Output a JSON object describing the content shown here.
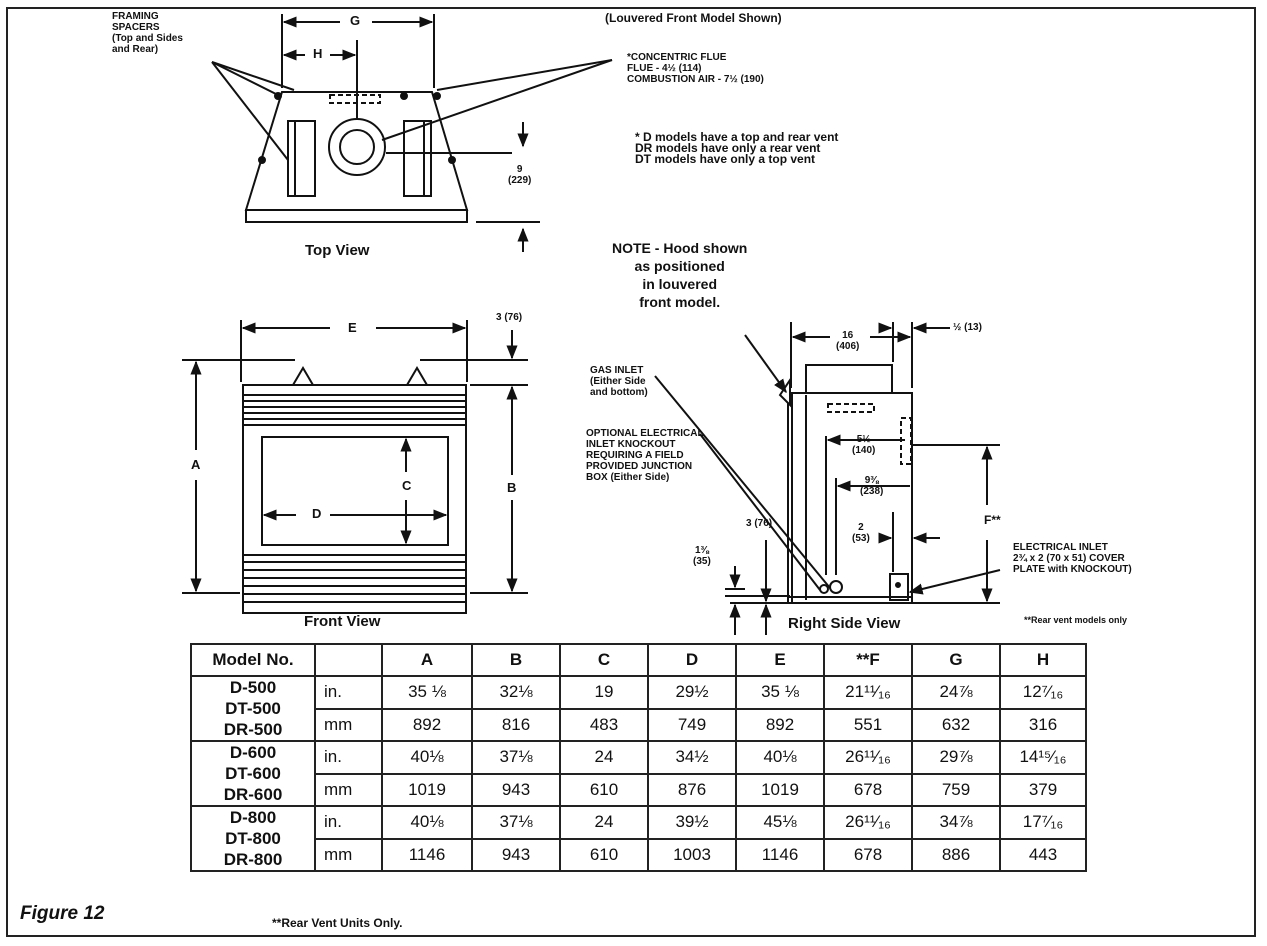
{
  "labels": {
    "framing_spacers": "FRAMING\nSPACERS\n(Top and Sides\nand Rear)",
    "louvered_front": "(Louvered Front Model Shown)",
    "concentric_flue": "*CONCENTRIC FLUE\nFLUE - 4½ (114)\nCOMBUSTION AIR - 7½ (190)",
    "vent_notes": "* D models have a top and rear vent\nDR models have only a rear vent\nDT models have only a top vent",
    "dim_g": "G",
    "dim_h": "H",
    "dim_9": "9\n(229)",
    "top_view": "Top View",
    "hood_note": "NOTE - Hood shown\nas positioned\nin louvered\nfront model.",
    "dim_e": "E",
    "dim_3_76_top": "3 (76)",
    "dim_a": "A",
    "dim_b": "B",
    "dim_c": "C",
    "dim_d": "D",
    "front_view": "Front View",
    "gas_inlet": "GAS INLET\n(Either Side\nand bottom)",
    "optional_electrical": "OPTIONAL ELECTRICAL\nINLET KNOCKOUT\nREQUIRING A FIELD\nPROVIDED JUNCTION\nBOX (Either Side)",
    "dim_16": "16\n(406)",
    "dim_half": "½ (13)",
    "dim_5_5": "5½\n(140)",
    "dim_9_375": "9⅜\n(238)",
    "dim_f": "F**",
    "dim_2": "2\n(53)",
    "dim_3_76_side": "3 (76)",
    "dim_1_375": "1⅜\n(35)",
    "electrical_inlet": "ELECTRICAL INLET\n2¾ x 2 (70 x 51) COVER\nPLATE with KNOCKOUT)",
    "rear_vent_models": "**Rear vent models only",
    "right_side_view": "Right Side View",
    "figure": "Figure 12",
    "footnote": "**Rear Vent Units Only."
  },
  "table": {
    "headers": [
      "Model No.",
      "",
      "A",
      "B",
      "C",
      "D",
      "E",
      "**F",
      "G",
      "H"
    ],
    "groups": [
      {
        "models": [
          "D-500",
          "DT-500",
          "DR-500"
        ],
        "inch": [
          "35 ⅛",
          "32⅛",
          "19",
          "29½",
          "35 ⅛",
          "21¹¹⁄₁₆",
          "24⅞",
          "12⁷⁄₁₆"
        ],
        "mm": [
          "892",
          "816",
          "483",
          "749",
          "892",
          "551",
          "632",
          "316"
        ]
      },
      {
        "models": [
          "D-600",
          "DT-600",
          "DR-600"
        ],
        "inch": [
          "40⅛",
          "37⅛",
          "24",
          "34½",
          "40⅛",
          "26¹¹⁄₁₆",
          "29⅞",
          "14¹⁵⁄₁₆"
        ],
        "mm": [
          "1019",
          "943",
          "610",
          "876",
          "1019",
          "678",
          "759",
          "379"
        ]
      },
      {
        "models": [
          "D-800",
          "DT-800",
          "DR-800"
        ],
        "inch": [
          "40⅛",
          "37⅛",
          "24",
          "39½",
          "45⅛",
          "26¹¹⁄₁₆",
          "34⅞",
          "17⁷⁄₁₆"
        ],
        "mm": [
          "1146",
          "943",
          "610",
          "1003",
          "1146",
          "678",
          "886",
          "443"
        ]
      }
    ],
    "unit_in": "in.",
    "unit_mm": "mm"
  }
}
